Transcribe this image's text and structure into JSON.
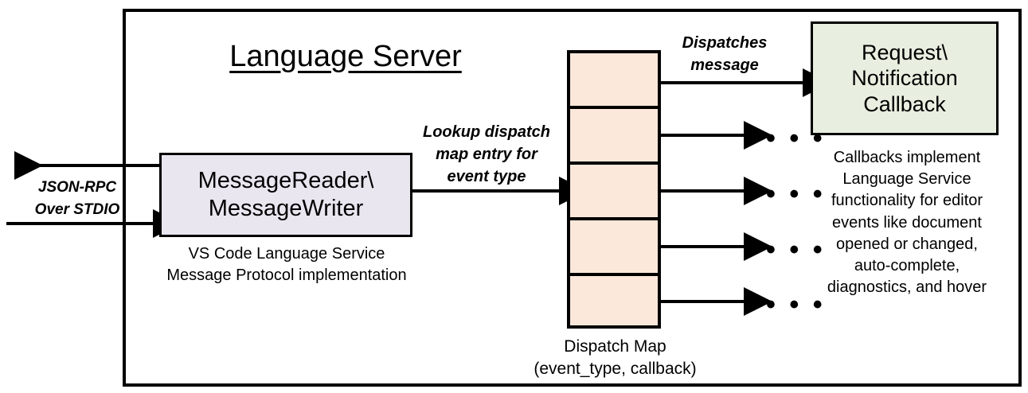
{
  "diagram": {
    "title": "Language Server",
    "frame_color": "#000000"
  },
  "reader": {
    "line1": "MessageReader\\",
    "line2": "MessageWriter",
    "caption_line1": "VS Code Language Service",
    "caption_line2": "Message Protocol implementation",
    "fill": "#eae6f0"
  },
  "transport": {
    "label_line1": "JSON-RPC",
    "label_line2": "Over STDIO"
  },
  "lookup": {
    "line1": "Lookup dispatch",
    "line2": "map entry for",
    "line3": "event type"
  },
  "dispatch_map": {
    "fill": "#fce8db",
    "cells": 5,
    "caption_line1": "Dispatch Map",
    "caption_line2": "(event_type, callback)"
  },
  "dispatches": {
    "line1": "Dispatches",
    "line2": "message"
  },
  "callback": {
    "line1": "Request\\",
    "line2": "Notification",
    "line3": "Callback",
    "fill": "#e8efe0",
    "description": [
      "Callbacks implement",
      "Language Service",
      "functionality for editor",
      "events like document",
      "opened or changed,",
      "auto-complete,",
      "diagnostics, and hover"
    ]
  },
  "ellipses": {
    "glyph": "• • •",
    "count": 4
  }
}
